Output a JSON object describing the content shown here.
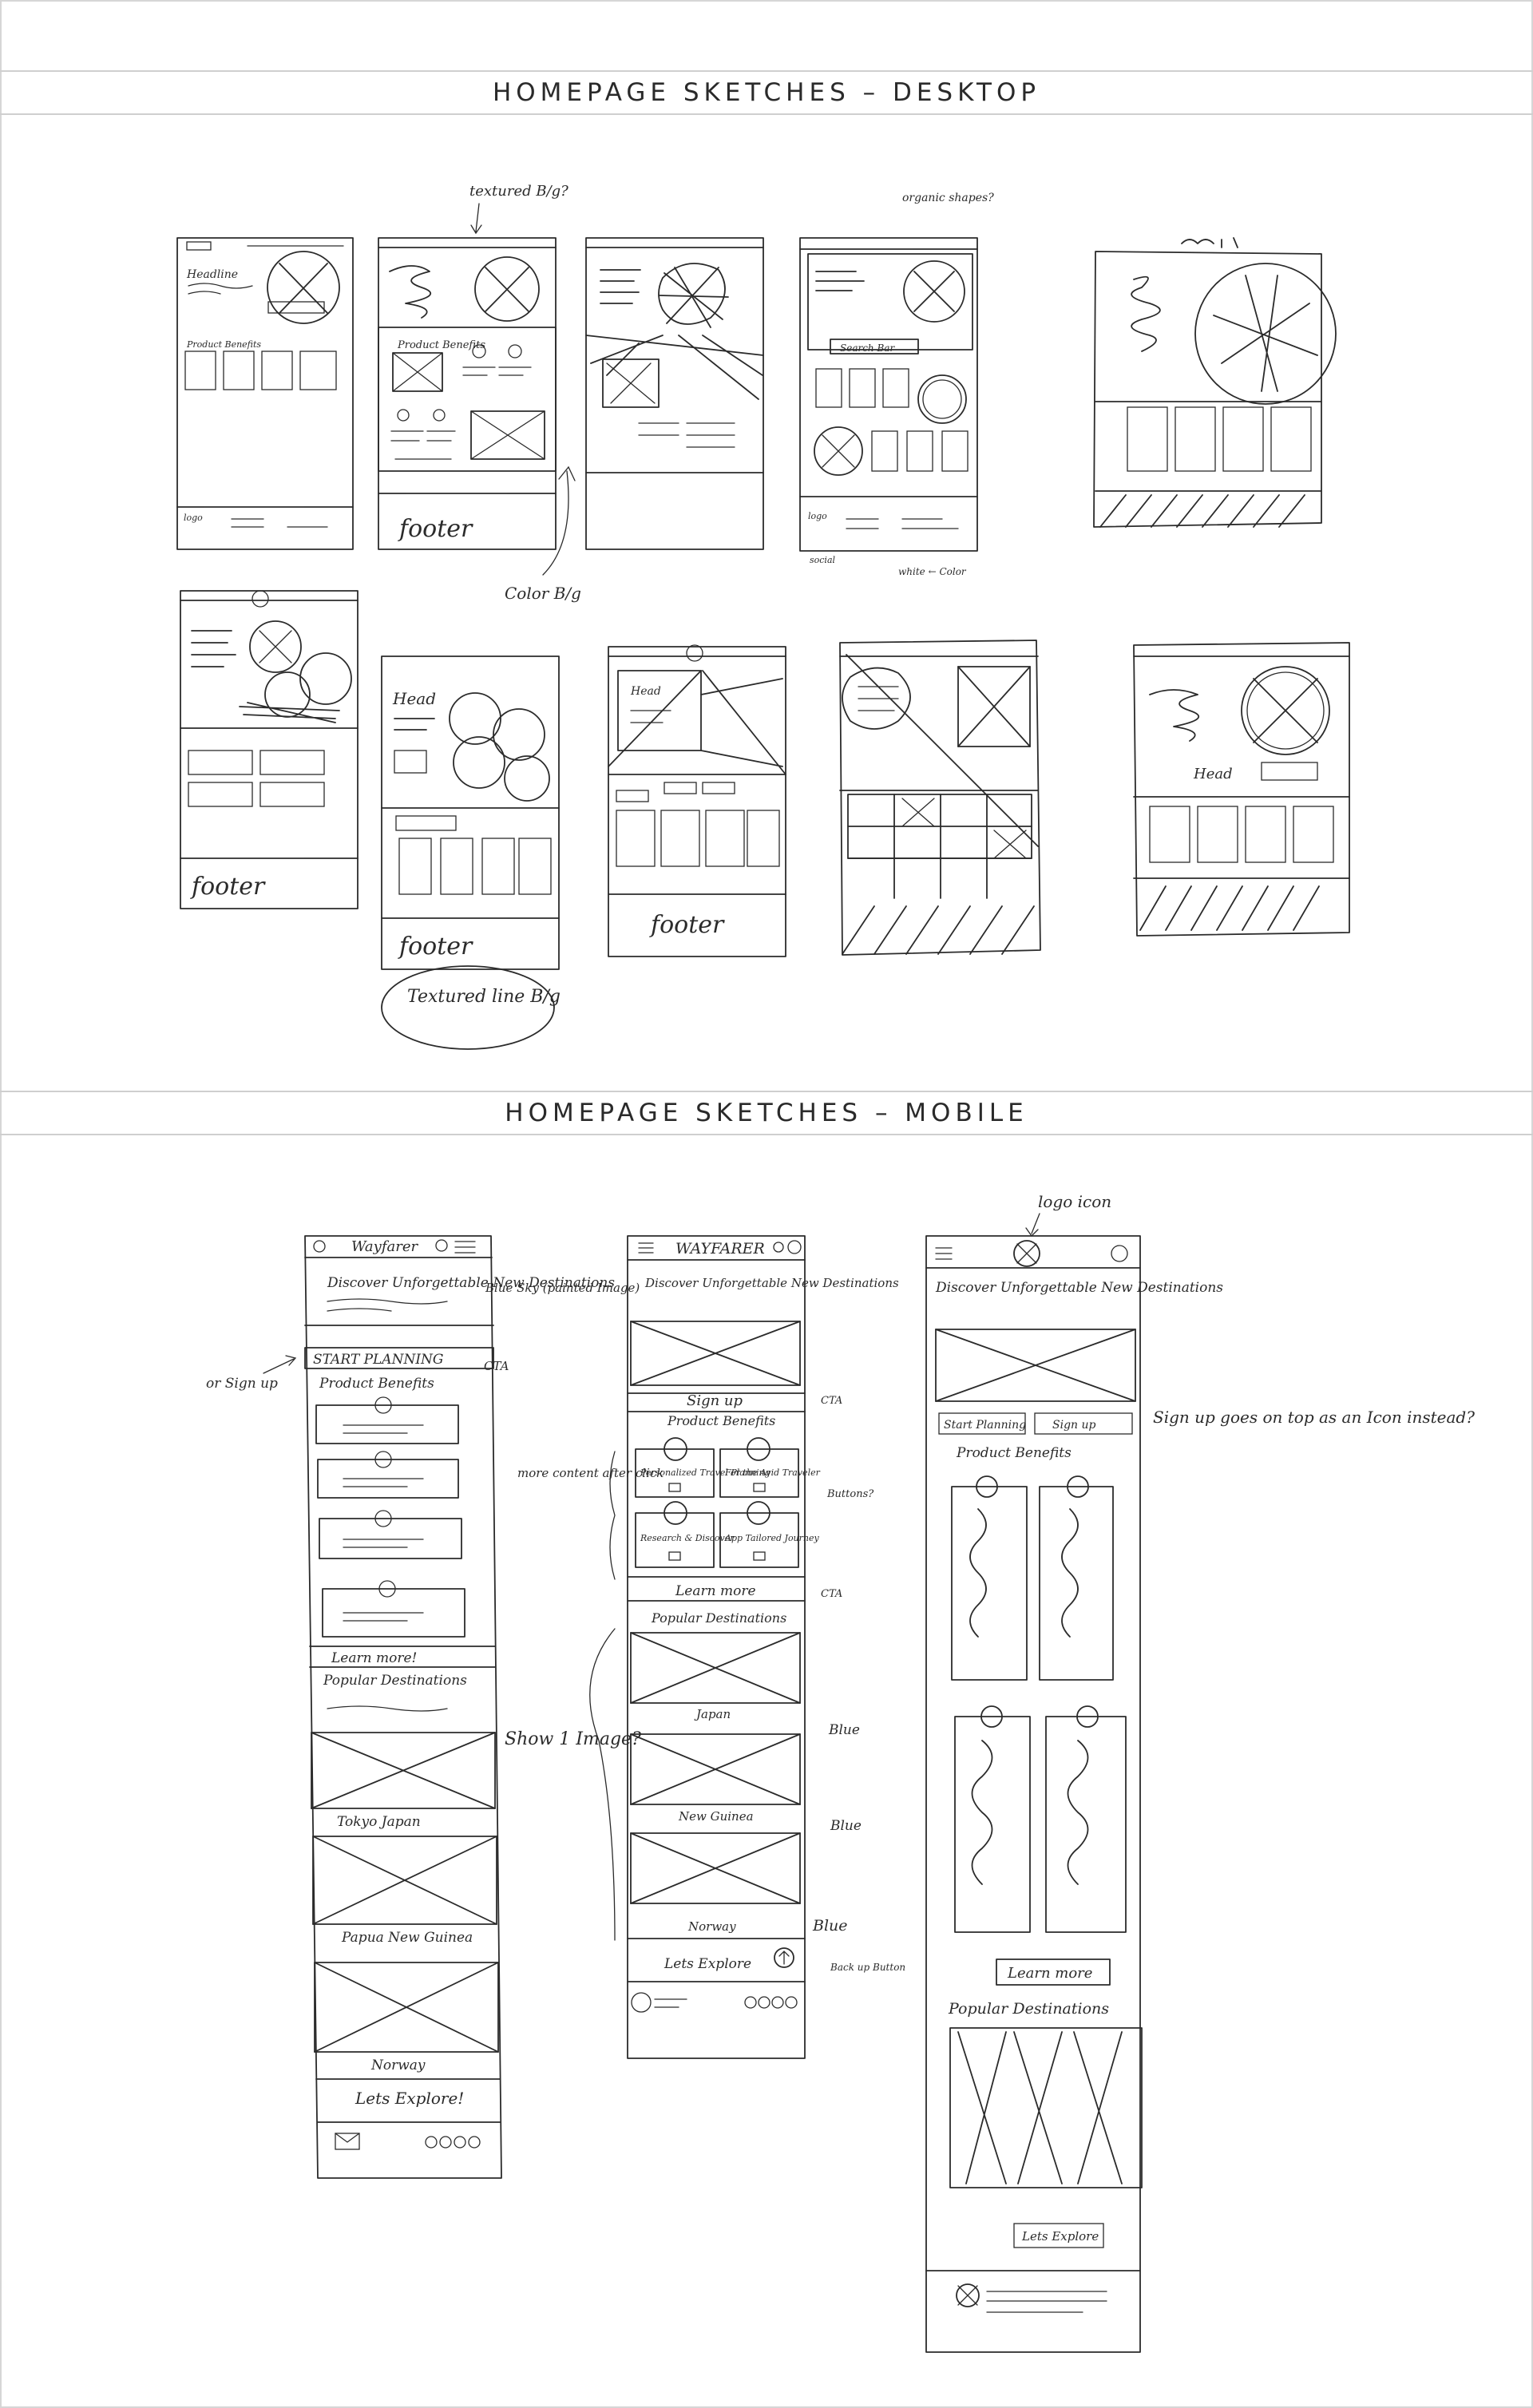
{
  "sections": {
    "desktop_title": "HOMEPAGE SKETCHES – DESKTOP",
    "mobile_title": "HOMEPAGE SKETCHES – MOBILE"
  },
  "desktop": {
    "notes": {
      "textured_bg": "textured B/g?",
      "color_bg": "Color B/g",
      "organic_shapes": "organic shapes?",
      "white_color": "white ← Color",
      "textured_line_bg": "Textured line B/g",
      "footer": "footer",
      "headline": "Headline",
      "product_benefits": "Product Benefits",
      "search_bar": "Search Bar",
      "head": "Head",
      "logo": "logo",
      "social": "social"
    }
  },
  "mobile": {
    "col1": {
      "brand": "Wayfarer",
      "hero": "Discover Unforgettable New Destinations",
      "cta": "START PLANNING",
      "benefits": "Product Benefits",
      "learn_more": "Learn more!",
      "popular": "Popular Destinations",
      "dest1": "Tokyo Japan",
      "dest2": "Papua New Guinea",
      "dest3": "Norway",
      "explore": "Lets Explore!"
    },
    "col2": {
      "brand": "WAYFARER",
      "hero": "Discover Unforgettable New Destinations",
      "signup": "Sign up",
      "benefits": "Product Benefits",
      "card1": "Personalized Travel Planning",
      "card2": "For the Avid Traveler",
      "card3": "Research & Discover",
      "card4": "App Tailored Journey",
      "learn_more": "Learn more",
      "popular": "Popular Destinations",
      "dest1": "Japan",
      "dest2": "New Guinea",
      "dest3": "Norway",
      "explore": "Lets Explore"
    },
    "col3": {
      "hero": "Discover Unforgettable New Destinations",
      "start": "Start Planning",
      "signup": "Sign up",
      "benefits": "Product Benefits",
      "learn_more": "Learn more",
      "popular": "Popular Destinations",
      "explore": "Lets Explore"
    },
    "notes": {
      "blue_sky": "Blue Sky (painted Image)",
      "cta": "CTA",
      "or_signup": "or Sign up",
      "more_content": "more content after click",
      "buttons": "Buttons?",
      "show_image": "Show 1 Image?",
      "blue": "Blue",
      "back_up": "Back up Button",
      "logo_icon": "logo icon",
      "signup_note": "Sign up goes on top as an Icon instead?"
    }
  }
}
